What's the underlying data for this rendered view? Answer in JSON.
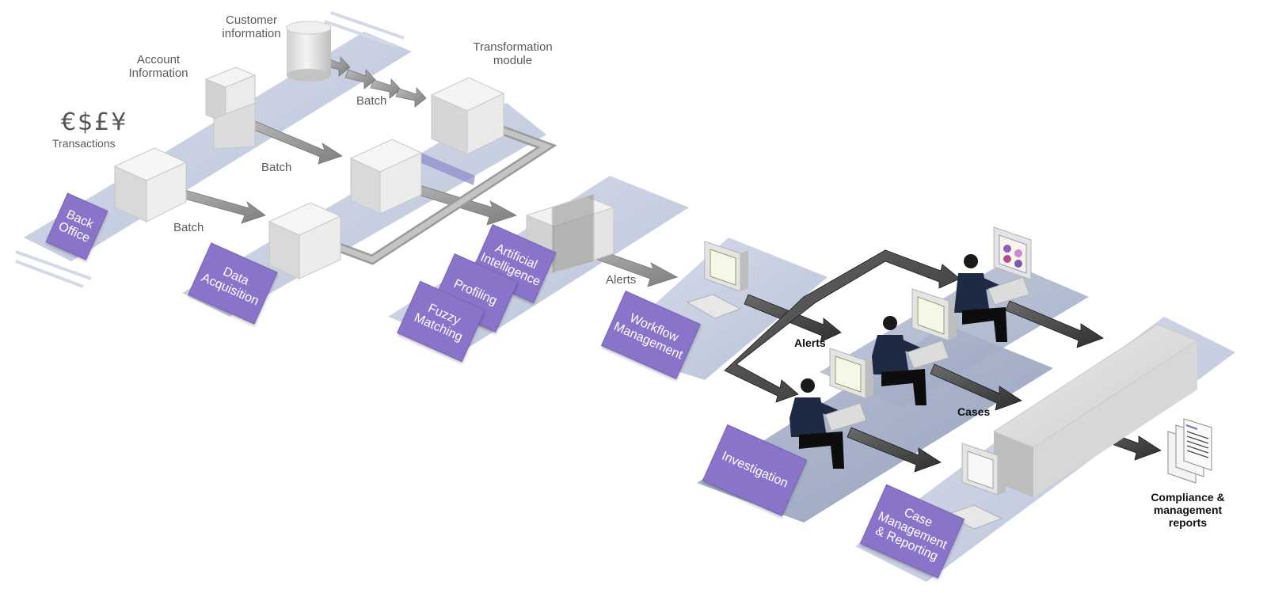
{
  "colors": {
    "tag_fill": "#8a74c9",
    "platform": "#c9d2e3",
    "platform_dark": "#aeb9cf",
    "cube": "#e2e2e2",
    "arrow_gray": "#8f8f8f",
    "arrow_dark": "#3a3a3a",
    "person_suit": "#1e2a44"
  },
  "icons": [
    "database-icon",
    "cube-icon",
    "server-icon",
    "computer-monitor-icon",
    "keyboard-icon",
    "person-icon",
    "document-stack-icon",
    "arrow-icon"
  ],
  "labels": {
    "customer_information": "Customer information",
    "account_information": "Account Information",
    "transformation_module": "Transformation module",
    "currency_symbols": "€$£¥",
    "transactions": "Transactions",
    "batch_top": "Batch",
    "batch_middle": "Batch",
    "batch_left": "Batch",
    "alerts_mid": "Alerts",
    "alerts_right": "Alerts",
    "cases": "Cases",
    "compliance_reports": "Compliance & management reports"
  },
  "tags": {
    "back_office": "Back Office",
    "data_acquisition": "Data Acquisition",
    "artificial_intelligence": "Artificial Intelligence",
    "profiling": "Profiling",
    "fuzzy_matching": "Fuzzy Matching",
    "workflow_management": "Workflow Management",
    "investigation": "Investigation",
    "case_management": "Case Management & Reporting"
  }
}
